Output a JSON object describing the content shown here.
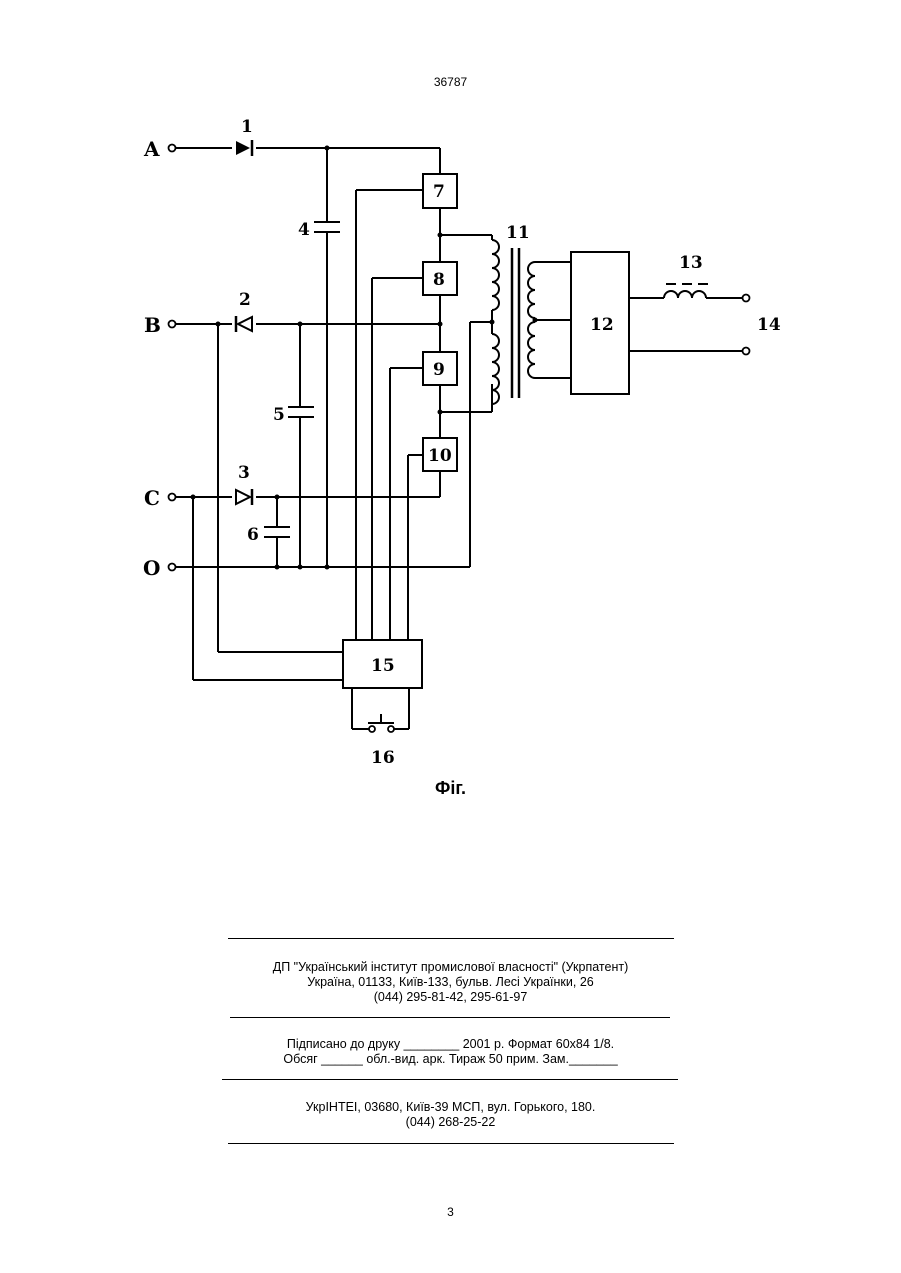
{
  "page": {
    "top_number": "36787",
    "bottom_number": "3"
  },
  "figure": {
    "caption": "Фіг.",
    "terminals": {
      "a": "A",
      "b": "B",
      "c": "C",
      "o": "O"
    },
    "labels": {
      "d1": "1",
      "d2": "2",
      "d3": "3",
      "c4": "4",
      "c5": "5",
      "c6": "6",
      "b7": "7",
      "b8": "8",
      "b9": "9",
      "b10": "10",
      "t11": "11",
      "b12": "12",
      "l13": "13",
      "o14": "14",
      "b15": "15",
      "s16": "16"
    }
  },
  "imprint": {
    "org_line1": "ДП \"Український інститут промислової власності\" (Укрпатент)",
    "org_line2": "Україна, 01133, Київ-133, бульв. Лесі Українки, 26",
    "org_line3": "(044) 295-81-42, 295-61-97",
    "sign_line1": "Підписано до друку ________ 2001 р.   Формат 60х84 1/8.",
    "sign_line2": "Обсяг ______ обл.-вид. арк.  Тираж 50 прим.    Зам._______",
    "print_line1": "УкрІНТЕІ, 03680, Київ-39 МСП, вул. Горького, 180.",
    "print_line2": "(044) 268-25-22"
  }
}
